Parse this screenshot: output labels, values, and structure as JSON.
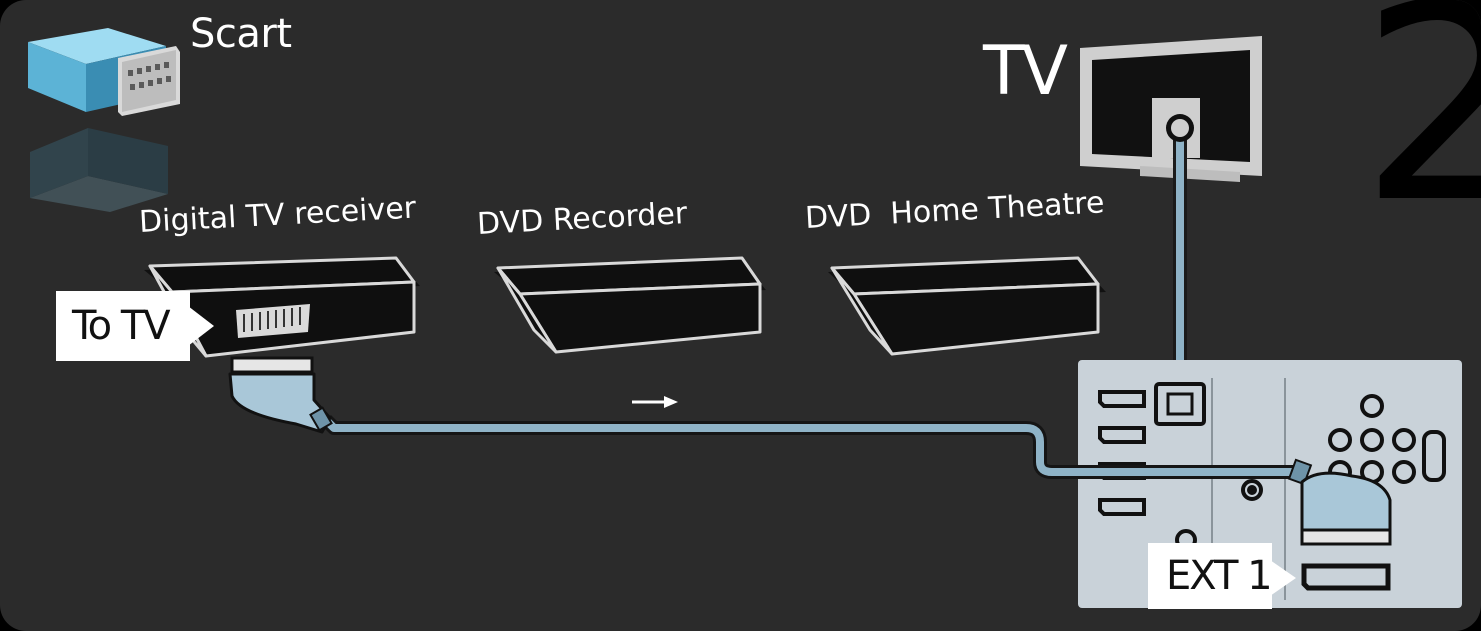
{
  "legend": {
    "connector_name": "Scart",
    "icon": "scart-connector-icon"
  },
  "step": {
    "number": "2"
  },
  "tv": {
    "title": "TV",
    "icon": "tv-back-icon"
  },
  "devices": [
    {
      "label": "Digital TV receiver",
      "icon": "set-top-box-icon",
      "connector_tag": "To TV"
    },
    {
      "label": "DVD Recorder",
      "icon": "set-top-box-icon"
    },
    {
      "label": "DVD  Home Theatre",
      "icon": "set-top-box-icon"
    }
  ],
  "connection": {
    "cable": "scart",
    "from": "Digital TV receiver",
    "to": "EXT 1",
    "direction_icon": "arrow-right-icon"
  },
  "tv_panel": {
    "port_label": "EXT 1"
  },
  "colors": {
    "background": "#2b2b2b",
    "cable": "#8fb3c7",
    "panel": "#c9d2d9",
    "device_body": "#0f0f0f",
    "label_tag": "#ffffff",
    "text": "#ffffff",
    "step_number": "#000000"
  }
}
